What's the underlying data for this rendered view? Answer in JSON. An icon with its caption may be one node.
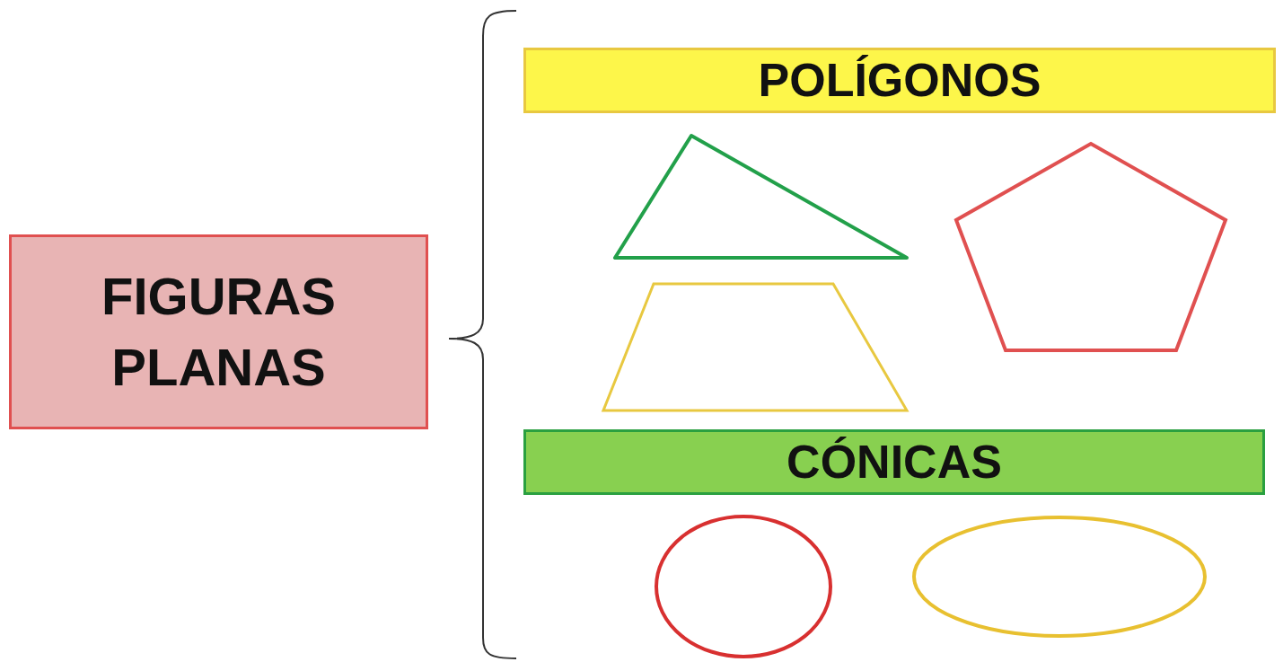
{
  "diagram": {
    "nodes": [
      {
        "text": [
          "FIGURAS PLANAS"
        ]
      },
      {
        "text": [
          "POLÍGONOS"
        ]
      },
      {
        "text": [
          "CÓNICAS"
        ]
      }
    ]
  }
}
